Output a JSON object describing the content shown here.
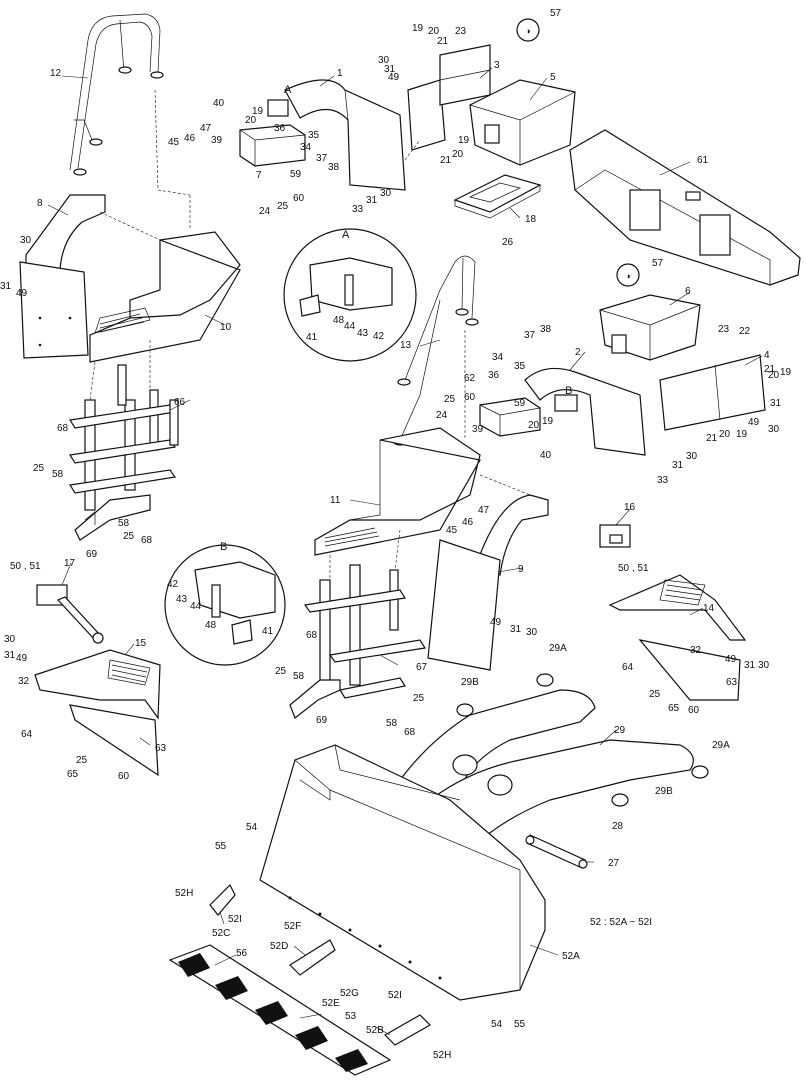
{
  "labels": {
    "p1": "1",
    "p2": "2",
    "p3": "3",
    "p4": "4",
    "p5": "5",
    "p6": "6",
    "p7": "7",
    "p8": "8",
    "p9": "9",
    "p10": "10",
    "p11": "11",
    "p12": "12",
    "p13": "13",
    "p14": "14",
    "p15": "15",
    "p16": "16",
    "p17": "17",
    "p18": "18",
    "p19": "19",
    "p20": "20",
    "p21": "21",
    "p22": "22",
    "p23": "23",
    "p24": "24",
    "p25": "25",
    "p26": "26",
    "p27": "27",
    "p28": "28",
    "p29": "29",
    "p29A": "29A",
    "p29B": "29B",
    "p30": "30",
    "p31": "31",
    "p32": "32",
    "p33": "33",
    "p34": "34",
    "p35": "35",
    "p36": "36",
    "p37": "37",
    "p38": "38",
    "p39": "39",
    "p40": "40",
    "p41": "41",
    "p42": "42",
    "p43": "43",
    "p44": "44",
    "p45": "45",
    "p46": "46",
    "p47": "47",
    "p48": "48",
    "p49": "49",
    "p50_51": "50 , 51",
    "p52A": "52A",
    "p52B": "52B",
    "p52C": "52C",
    "p52D": "52D",
    "p52E": "52E",
    "p52F": "52F",
    "p52G": "52G",
    "p52H": "52H",
    "p52I": "52I",
    "p53": "53",
    "p54": "54",
    "p55": "55",
    "p56": "56",
    "p57": "57",
    "p58": "58",
    "p59": "59",
    "p60": "60",
    "p61": "61",
    "p62": "62",
    "p63": "63",
    "p64": "64",
    "p65": "65",
    "p66": "66",
    "p67": "67",
    "p68": "68",
    "p69": "69",
    "detailA": "A",
    "detailB": "B",
    "note52": "52 : 52A ~ 52I"
  }
}
